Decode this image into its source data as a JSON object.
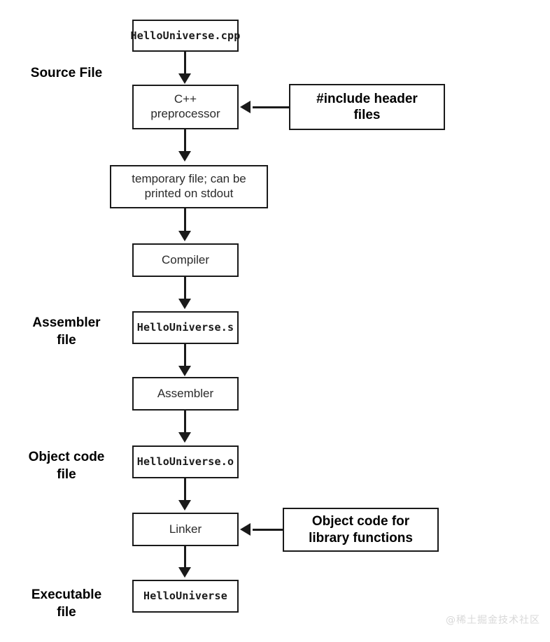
{
  "diagram": {
    "title": "C++ compilation pipeline",
    "stage_labels": [
      {
        "id": "source-file",
        "text": "Source File"
      },
      {
        "id": "assembler-file",
        "text": "Assembler\nfile"
      },
      {
        "id": "object-code-file",
        "text": "Object code\nfile"
      },
      {
        "id": "executable-file",
        "text": "Executable\nfile"
      }
    ],
    "nodes": [
      {
        "id": "hellouniverse-cpp",
        "text": "HelloUniverse.cpp",
        "style": "mono"
      },
      {
        "id": "cpp-preprocessor",
        "text": "C++\npreprocessor",
        "style": "sans"
      },
      {
        "id": "include-header-files",
        "text": "#include header\nfiles",
        "style": "bold"
      },
      {
        "id": "temporary-file",
        "text": "temporary file; can be\nprinted on stdout",
        "style": "sans"
      },
      {
        "id": "compiler",
        "text": "Compiler",
        "style": "sans"
      },
      {
        "id": "hellouniverse-s",
        "text": "HelloUniverse.s",
        "style": "mono"
      },
      {
        "id": "assembler",
        "text": "Assembler",
        "style": "sans"
      },
      {
        "id": "hellouniverse-o",
        "text": "HelloUniverse.o",
        "style": "mono"
      },
      {
        "id": "linker",
        "text": "Linker",
        "style": "sans"
      },
      {
        "id": "object-code-library",
        "text": "Object code for\nlibrary functions",
        "style": "bold"
      },
      {
        "id": "hellouniverse-exe",
        "text": "HelloUniverse",
        "style": "mono"
      }
    ],
    "edges": [
      {
        "from": "hellouniverse-cpp",
        "to": "cpp-preprocessor",
        "direction": "down"
      },
      {
        "from": "include-header-files",
        "to": "cpp-preprocessor",
        "direction": "left"
      },
      {
        "from": "cpp-preprocessor",
        "to": "temporary-file",
        "direction": "down"
      },
      {
        "from": "temporary-file",
        "to": "compiler",
        "direction": "down"
      },
      {
        "from": "compiler",
        "to": "hellouniverse-s",
        "direction": "down"
      },
      {
        "from": "hellouniverse-s",
        "to": "assembler",
        "direction": "down"
      },
      {
        "from": "assembler",
        "to": "hellouniverse-o",
        "direction": "down"
      },
      {
        "from": "hellouniverse-o",
        "to": "linker",
        "direction": "down"
      },
      {
        "from": "object-code-library",
        "to": "linker",
        "direction": "left"
      },
      {
        "from": "linker",
        "to": "hellouniverse-exe",
        "direction": "down"
      }
    ],
    "colors": {
      "background": "#ffffff",
      "stroke": "#1a1a1a",
      "text": "#000000",
      "watermark": "#d8d8d8"
    }
  },
  "watermark": {
    "text": "@稀土掘金技术社区"
  }
}
